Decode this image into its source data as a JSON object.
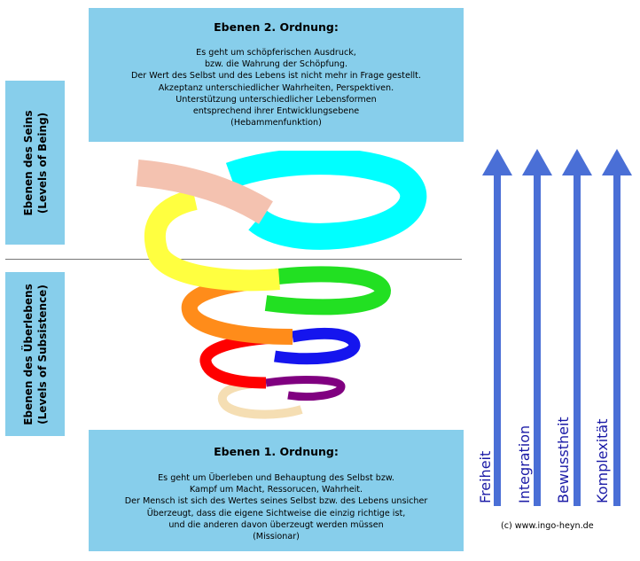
{
  "top_box": {
    "title": "Ebenen 2. Ordnung:",
    "lines": [
      "Es geht um schöpferischen Ausdruck,",
      "bzw. die Wahrung der Schöpfung.",
      "Der Wert des Selbst und des Lebens ist nicht mehr in Frage gestellt.",
      "Akzeptanz unterschiedlicher Wahrheiten, Perspektiven.",
      "Unterstützung unterschiedlicher Lebensformen",
      "entsprechend ihrer Entwicklungsebene",
      "(Hebammenfunktion)"
    ]
  },
  "bottom_box": {
    "title": "Ebenen 1. Ordnung:",
    "lines": [
      "Es geht um Überleben und Behauptung des Selbst bzw.",
      "Kampf um Macht, Ressorucen, Wahrheit.",
      "Der Mensch ist sich des Wertes seines Selbst bzw. des Lebens  unsicher",
      "Überzeugt, dass die eigene Sichtweise die einzig richtige ist,",
      "und die anderen davon überzeugt werden müssen",
      "(Missionar)"
    ]
  },
  "side_top": {
    "line1": "Ebenen des Seins",
    "line2": "(Levels of Being)"
  },
  "side_bottom": {
    "line1": "Ebenen des Überlebens",
    "line2": "(Levels of Subsistence)"
  },
  "axes": [
    "Freiheit",
    "Integration",
    "Bewusstheit",
    "Komplexität"
  ],
  "copyright": "(c) www.ingo-heyn.de",
  "colors": {
    "box": "#87ceeb",
    "arrow": "#4a6fd6",
    "axis_text": "#1a1aa6",
    "spiral": [
      "#f5deb3",
      "#800080",
      "#ff0000",
      "#0000ff",
      "#ff8c00",
      "#00dd00",
      "#ffff44",
      "#00ffff",
      "#f4c2b0"
    ]
  }
}
